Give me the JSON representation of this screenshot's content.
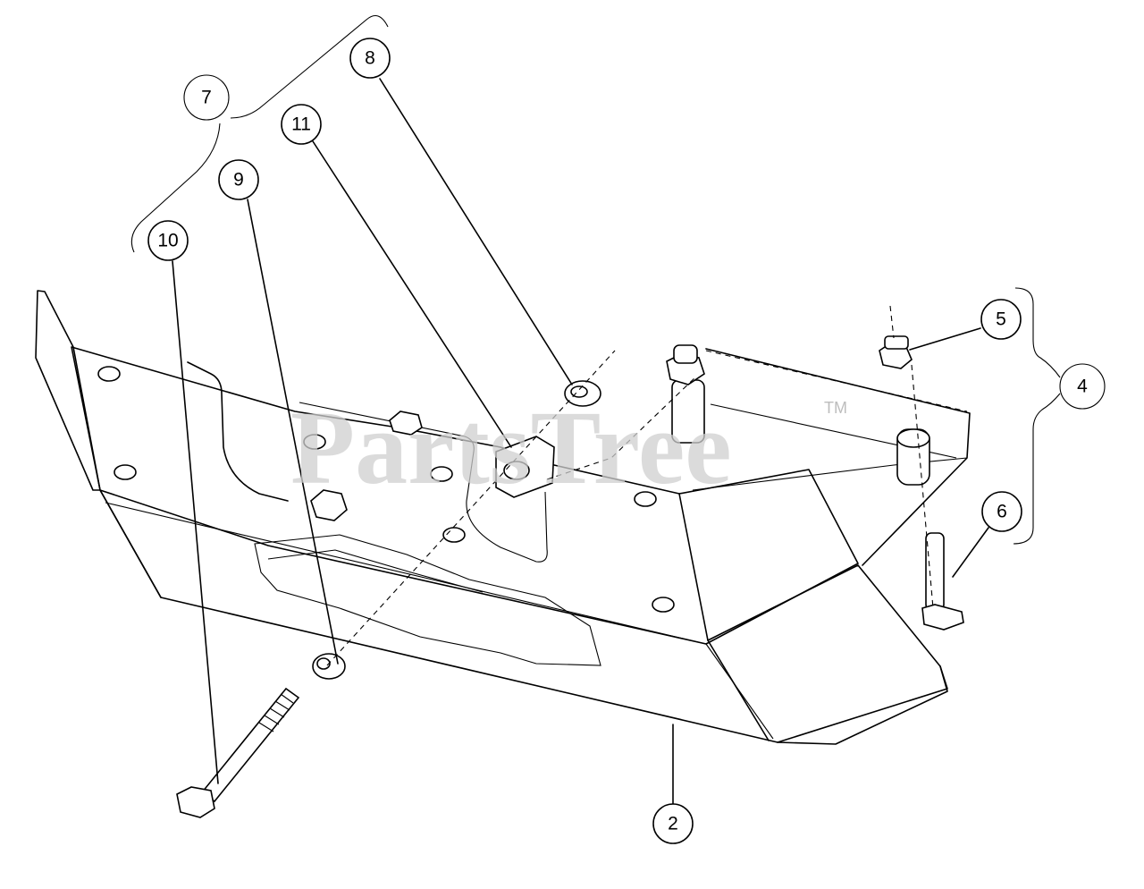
{
  "watermark": {
    "text": "PartsTree",
    "trademark": "TM"
  },
  "callouts": [
    {
      "id": "2",
      "label": "2"
    },
    {
      "id": "4",
      "label": "4"
    },
    {
      "id": "5",
      "label": "5"
    },
    {
      "id": "6",
      "label": "6"
    },
    {
      "id": "7",
      "label": "7"
    },
    {
      "id": "8",
      "label": "8"
    },
    {
      "id": "9",
      "label": "9"
    },
    {
      "id": "10",
      "label": "10"
    },
    {
      "id": "11",
      "label": "11"
    }
  ]
}
